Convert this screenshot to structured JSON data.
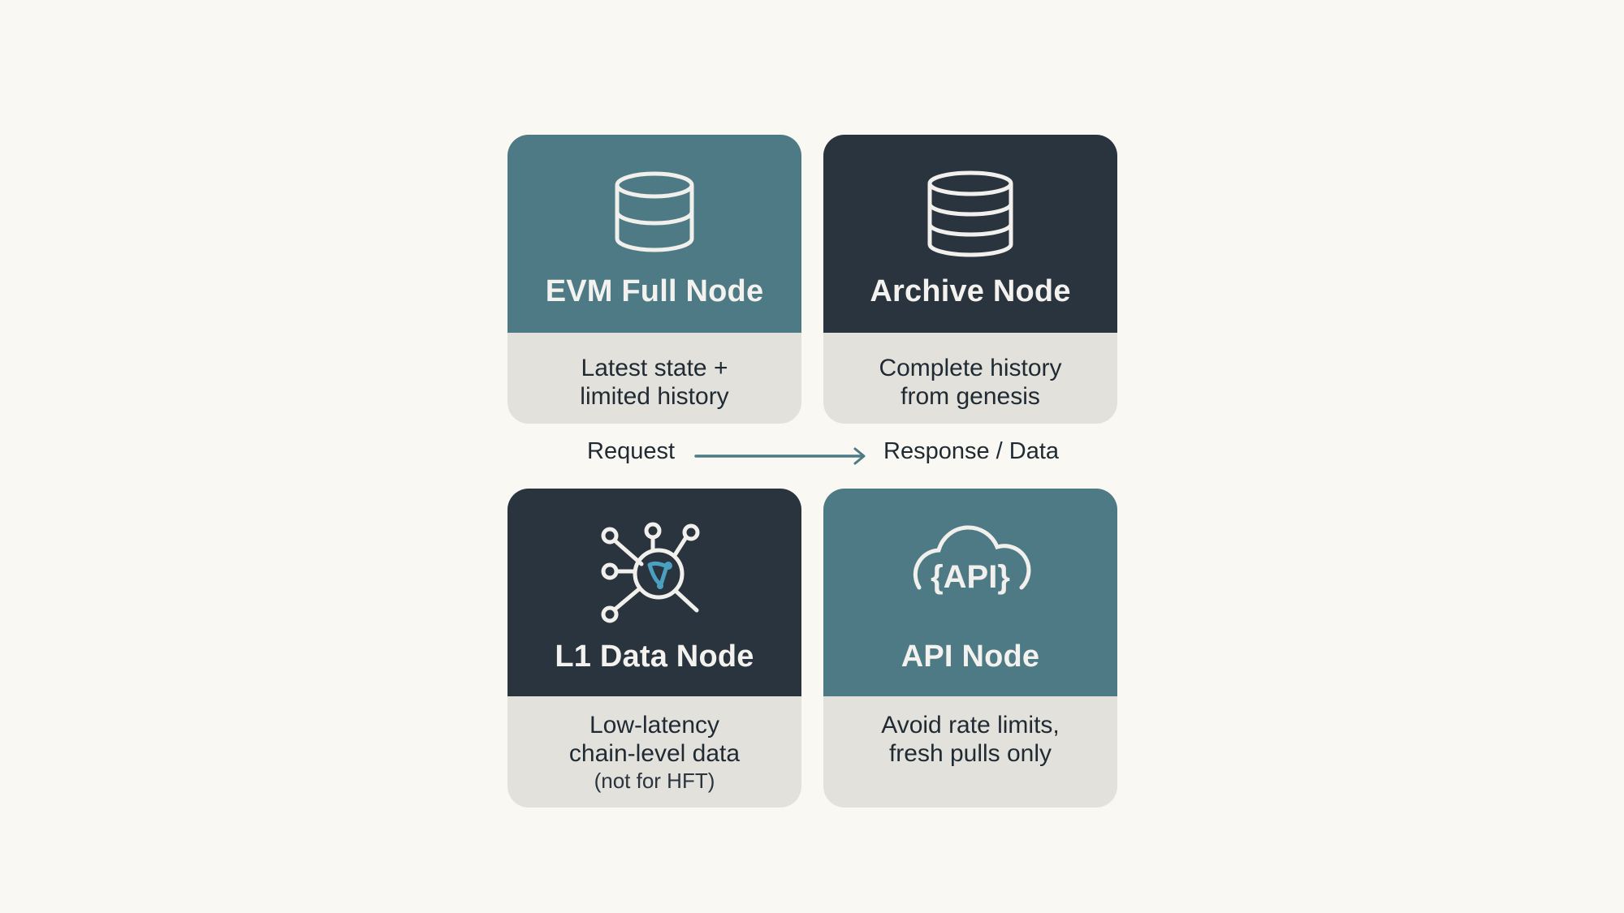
{
  "colors": {
    "background": "#faf8f2",
    "teal": "#4d7a84",
    "dark": "#2a343e",
    "panel": "#e2e1dc",
    "text": "#1f2a33",
    "accent": "#4aa0c0"
  },
  "nodes": [
    {
      "title": "EVM Full Node",
      "icon": "database-icon",
      "lines": [
        "Latest state +",
        "limited history"
      ]
    },
    {
      "title": "Archive Node",
      "icon": "database-stack-icon",
      "lines": [
        "Complete history",
        "from genesis"
      ]
    },
    {
      "title": "L1 Data Node",
      "icon": "network-search-icon",
      "lines": [
        "Low-latency",
        "chain-level data"
      ],
      "note": "(not for HFT)"
    },
    {
      "title": "API Node",
      "icon": "api-cloud-icon",
      "icon_text": "{API}",
      "lines": [
        "Avoid rate limits,",
        "fresh pulls only"
      ]
    }
  ],
  "flow": {
    "from_label": "Request",
    "to_label": "Response / Data",
    "arrow_icon": "arrow-right-icon"
  }
}
